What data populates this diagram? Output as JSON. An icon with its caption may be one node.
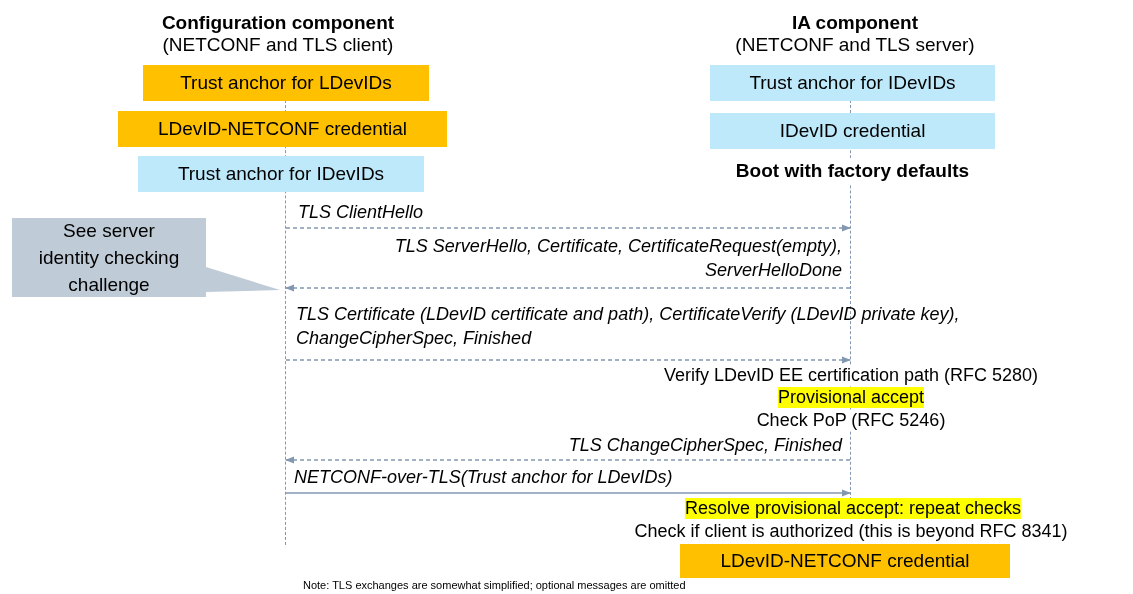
{
  "diagram": {
    "nodes": [
      {
        "text": [
          "Configuration component",
          "(NETCONF and TLS client)"
        ]
      },
      {
        "text": [
          "IA component",
          "(NETCONF and TLS server)"
        ]
      },
      {
        "text": [
          "Trust anchor for LDevIDs"
        ]
      },
      {
        "text": [
          "LDevID-NETCONF credential"
        ]
      },
      {
        "text": [
          "Trust anchor for IDevIDs"
        ]
      },
      {
        "text": [
          "Trust anchor for IDevIDs"
        ]
      },
      {
        "text": [
          "IDevID credential"
        ]
      },
      {
        "text": [
          "Boot with factory defaults"
        ]
      },
      {
        "text": [
          "See server identity checking challenge"
        ]
      },
      {
        "text": [],
        "shape": "bar"
      },
      {
        "text": [],
        "shape": "bar"
      },
      {
        "text": [
          "LDevID-NETCONF credential"
        ]
      }
    ],
    "edges": [
      {
        "from": 9,
        "to": 10,
        "arrow": "to",
        "label": "TLS ClientHello",
        "style": "dashed"
      },
      {
        "from": 10,
        "to": 9,
        "arrow": "to",
        "label": "TLS ServerHello, Certificate, CertificateRequest(empty), ServerHelloDone",
        "style": "dashed"
      },
      {
        "from": 9,
        "to": 10,
        "arrow": "to",
        "label": "TLS Certificate (LDevID certificate and path), CertificateVerify (LDevID private key), ChangeCipherSpec, Finished",
        "style": "dashed"
      },
      {
        "from": 10,
        "to": 9,
        "arrow": "to",
        "label": "TLS ChangeCipherSpec, Finished",
        "style": "dashed"
      },
      {
        "from": 9,
        "to": 10,
        "arrow": "to",
        "label": "NETCONF-over-TLS(Trust anchor for LDevIDs)"
      }
    ],
    "labels": [
      "Verify LDevID EE certification path (RFC 5280)",
      "Provisional accept",
      "Check PoP (RFC 5246)",
      "Resolve provisional accept: repeat checks",
      "Check if client is authorized (this is beyond RFC 8341)",
      "Note: TLS exchanges are somewhat simplified; optional messages are omitted"
    ]
  }
}
